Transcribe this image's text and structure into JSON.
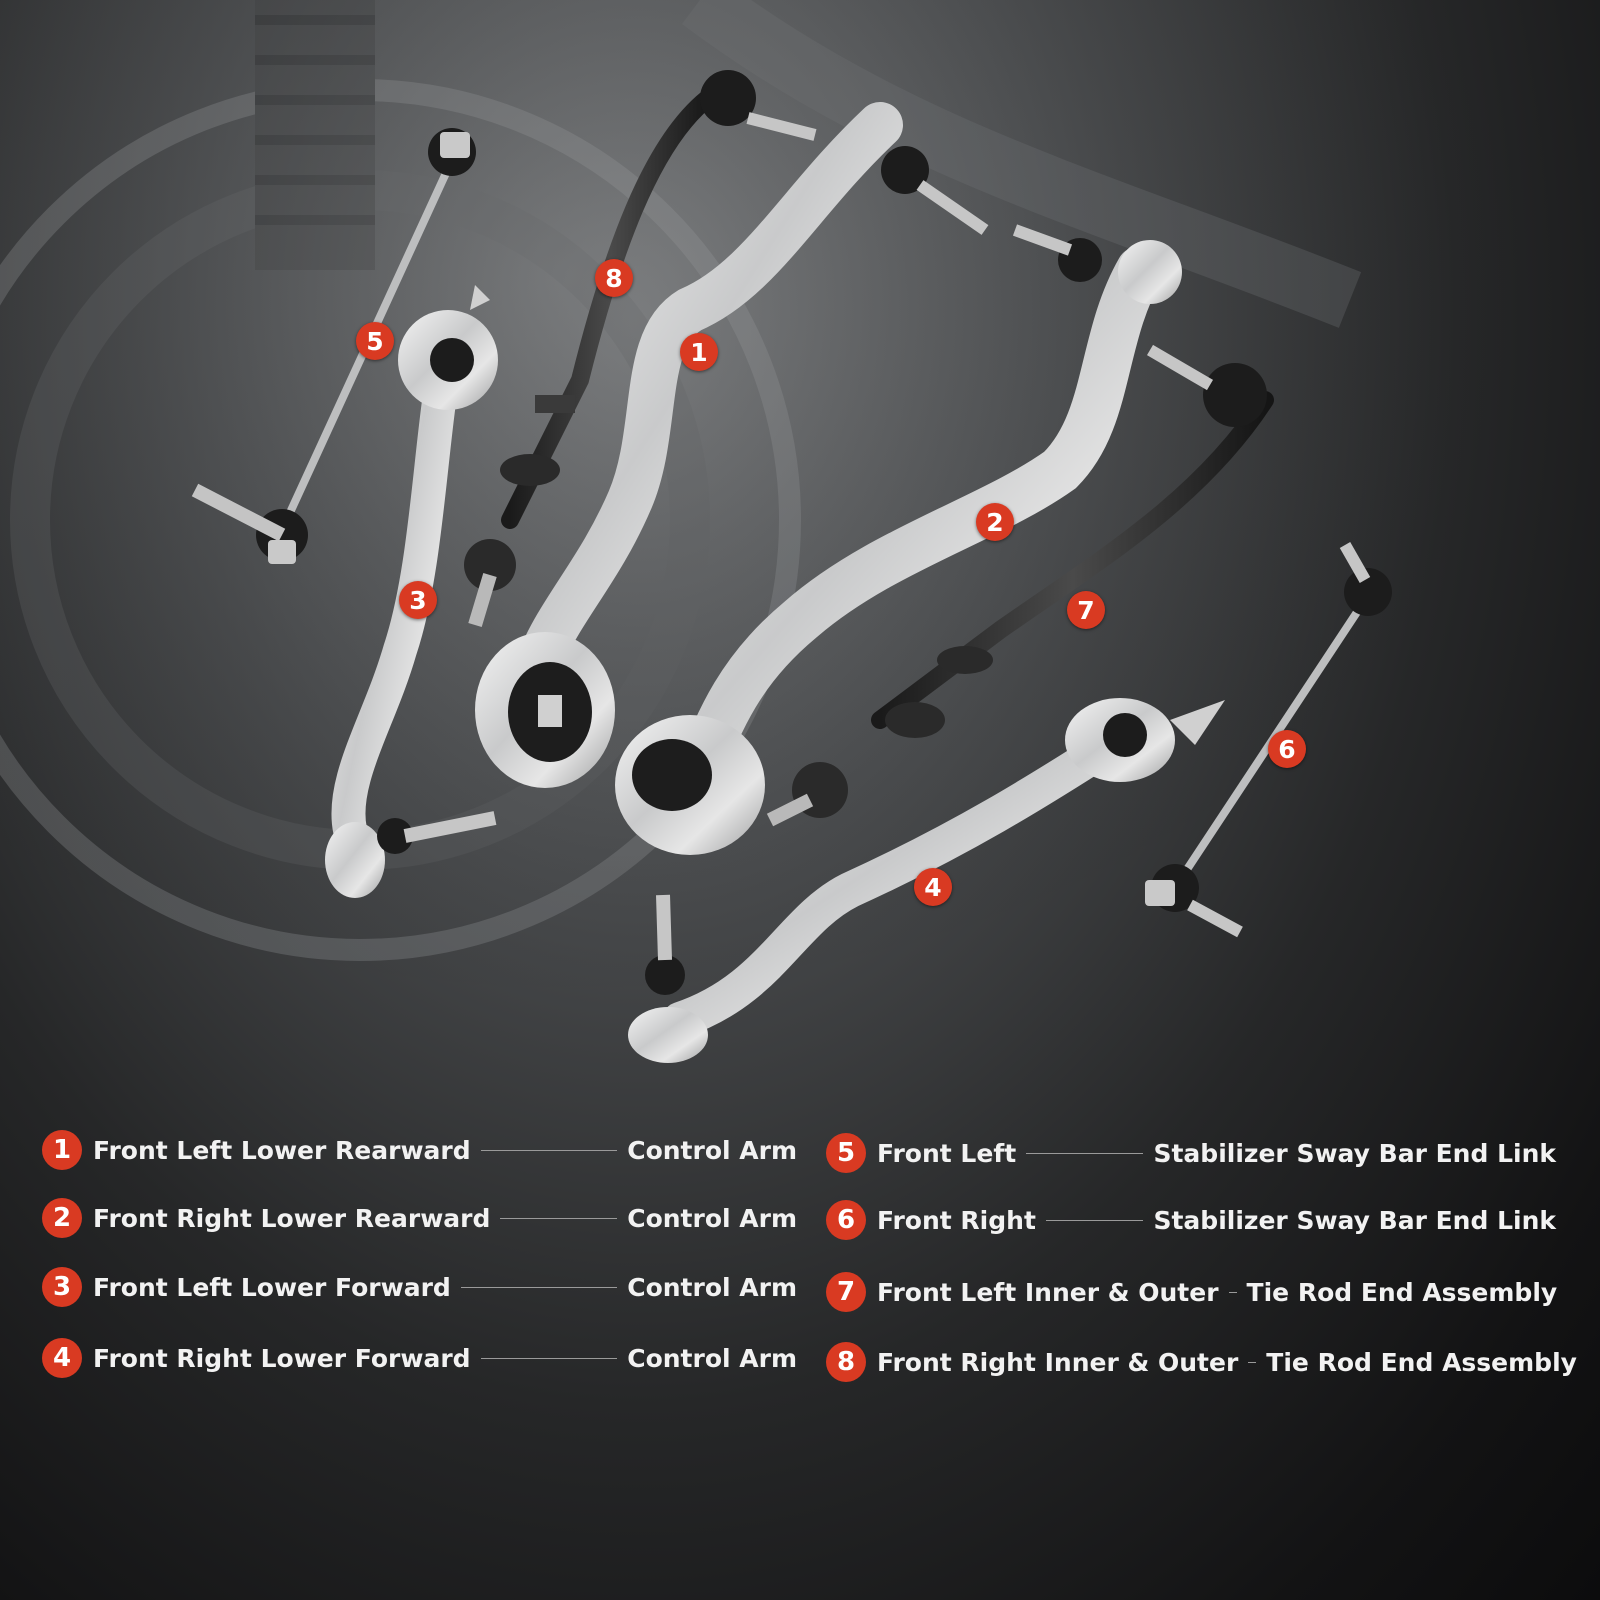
{
  "parts": [
    {
      "number": "1",
      "name": "Front Left Lower Rearward",
      "type": "Control Arm"
    },
    {
      "number": "2",
      "name": "Front Right Lower Rearward",
      "type": "Control Arm"
    },
    {
      "number": "3",
      "name": "Front Left Lower Forward",
      "type": "Control Arm"
    },
    {
      "number": "4",
      "name": "Front Right Lower Forward",
      "type": "Control Arm"
    },
    {
      "number": "5",
      "name": "Front Left",
      "type": "Stabilizer Sway Bar End Link"
    },
    {
      "number": "6",
      "name": "Front Right",
      "type": "Stabilizer Sway Bar End Link"
    },
    {
      "number": "7",
      "name": "Front Left Inner & Outer",
      "type": "Tie Rod End Assembly"
    },
    {
      "number": "8",
      "name": "Front Right Inner & Outer",
      "type": "Tie Rod End Assembly"
    }
  ],
  "colors": {
    "badge": "#d93a22",
    "text": "#f2f2f2",
    "background_dark": "#111112"
  }
}
